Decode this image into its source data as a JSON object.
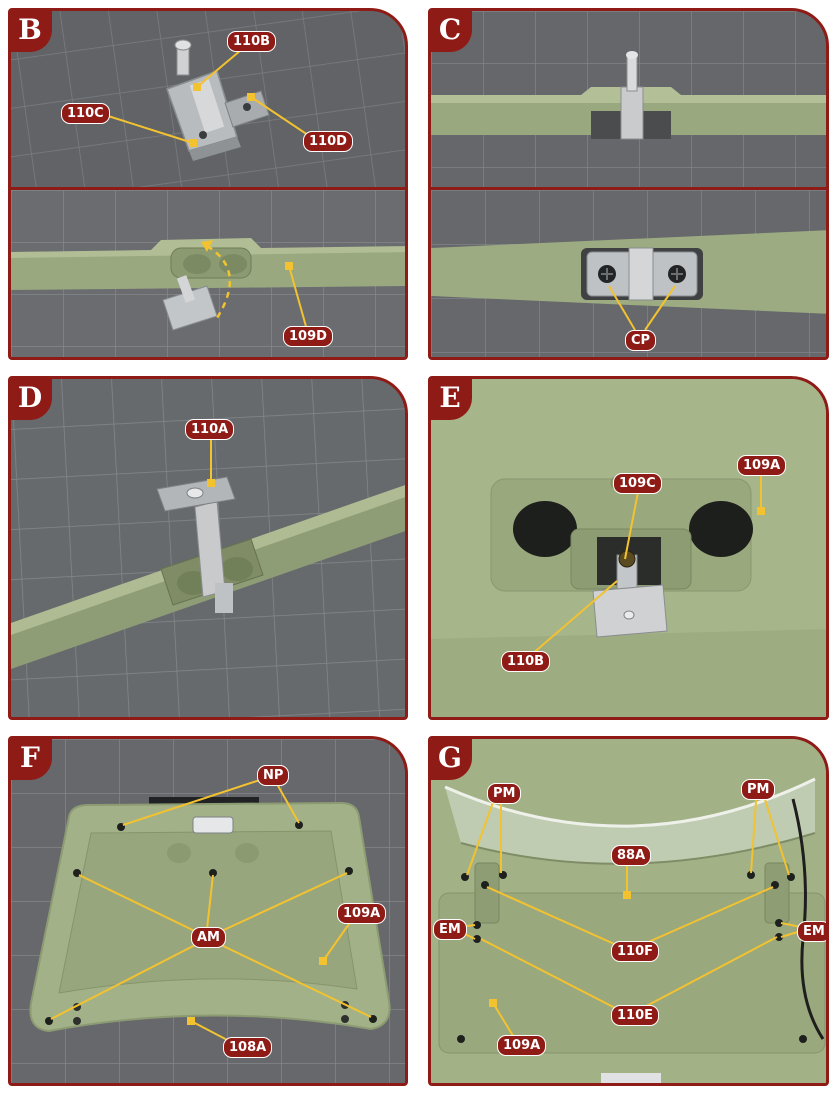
{
  "panels": [
    {
      "step": "B",
      "labels": [
        "110B",
        "110C",
        "110D",
        "109D"
      ]
    },
    {
      "step": "C",
      "labels": [
        "CP"
      ]
    },
    {
      "step": "D",
      "labels": [
        "110A"
      ]
    },
    {
      "step": "E",
      "labels": [
        "109C",
        "109A",
        "110B"
      ]
    },
    {
      "step": "F",
      "labels": [
        "NP",
        "AM",
        "109A",
        "108A"
      ]
    },
    {
      "step": "G",
      "labels": [
        "PM",
        "PM",
        "88A",
        "EM",
        "EM",
        "110F",
        "110E",
        "109A"
      ]
    }
  ],
  "colors": {
    "frame": "#8e1b16",
    "leader": "#f2c230",
    "mat": "#5e6062",
    "part_green": "#9dab82",
    "metal": "#c3c5c7"
  }
}
